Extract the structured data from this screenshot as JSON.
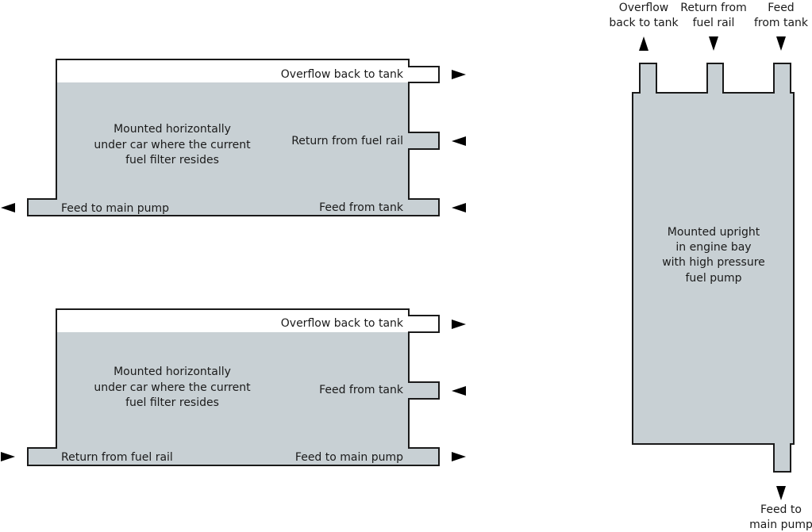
{
  "colors": {
    "fluid": "#c8d0d4",
    "outline": "#1a1a1a",
    "background": "#ffffff",
    "arrow": "#000000"
  },
  "tank1": {
    "center_text": [
      "Mounted horizontally",
      "under car where the current",
      "fuel filter resides"
    ],
    "port_top": "Overflow back to tank",
    "port_mid": "Return from fuel rail",
    "port_bottom_right": "Feed from tank",
    "port_bottom_left": "Feed to main pump",
    "arrow_top": "outflow",
    "arrow_mid": "inflow",
    "arrow_bottom_right": "inflow",
    "arrow_bottom_left": "outflow"
  },
  "tank2": {
    "center_text": [
      "Mounted horizontally",
      "under car where the current",
      "fuel filter resides"
    ],
    "port_top": "Overflow back to tank",
    "port_mid": "Feed from tank",
    "port_bottom_right": "Feed to main pump",
    "port_bottom_left": "Return from fuel rail",
    "arrow_top": "outflow",
    "arrow_mid": "inflow",
    "arrow_bottom_right": "outflow",
    "arrow_bottom_left": "inflow"
  },
  "tank3": {
    "center_text": [
      "Mounted upright",
      "in engine bay",
      "with high pressure",
      "fuel pump"
    ],
    "port_left": [
      "Overflow",
      "back to tank"
    ],
    "port_middle": [
      "Return from",
      "fuel rail"
    ],
    "port_right": [
      "Feed",
      "from tank"
    ],
    "port_bottom": [
      "Feed to",
      "main pump"
    ],
    "arrow_left": "outflow",
    "arrow_middle": "inflow",
    "arrow_right": "inflow",
    "arrow_bottom": "outflow"
  }
}
